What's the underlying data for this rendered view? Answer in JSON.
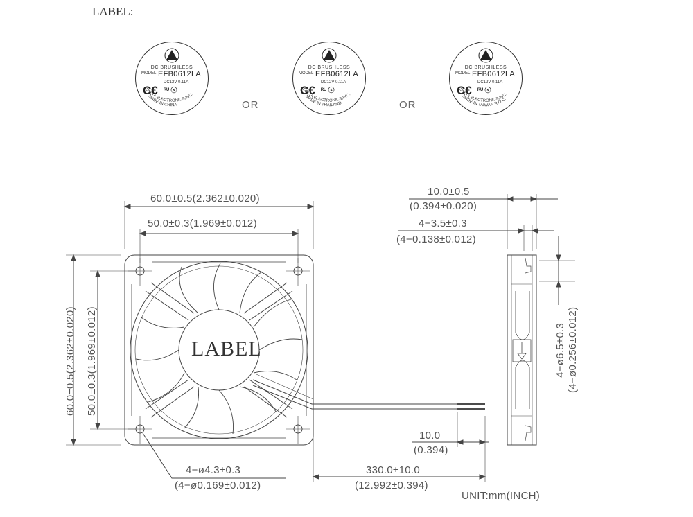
{
  "header": {
    "label_title": "LABEL:"
  },
  "labels": [
    {
      "line1": "DC  BRUSHLESS",
      "model_prefix": "MODEL",
      "model": "EFB0612LA",
      "rating": "DC12V   0.11A",
      "maker": "DELTA  ELECTRONICS,INC.",
      "origin": "MADE  IN  CHINA"
    },
    {
      "line1": "DC  BRUSHLESS",
      "model_prefix": "MODEL",
      "model": "EFB0612LA",
      "rating": "DC12V   0.11A",
      "maker": "DELTA  ELECTRONICS,INC.",
      "origin": "MADE  IN  THAILAND"
    },
    {
      "line1": "DC  BRUSHLESS",
      "model_prefix": "MODEL",
      "model": "EFB0612LA",
      "rating": "DC12V   0.11A",
      "maker": "DELTA  ELECTRONICS,INC.",
      "origin": "MADE  IN  TAIWAN  R.O.C."
    }
  ],
  "separators": {
    "or1": "OR",
    "or2": "OR"
  },
  "fan": {
    "center_label": "LABEL"
  },
  "dimensions": {
    "overall_width": "60.0±0.5(2.362±0.020)",
    "hole_spacing_width": "50.0±0.3(1.969±0.012)",
    "overall_height": "60.0±0.5(2.362±0.020)",
    "hole_spacing_height": "50.0±0.3(1.969±0.012)",
    "hole_dia_mm": "4−ø4.3±0.3",
    "hole_dia_in": "(4−ø0.169±0.012)",
    "lead_length_mm": "330.0±10.0",
    "lead_length_in": "(12.992±0.394)",
    "strip_mm": "10.0",
    "strip_in": "(0.394)",
    "thickness_mm": "10.0±0.5",
    "thickness_in": "(0.394±0.020)",
    "flange_mm": "4−3.5±0.3",
    "flange_in": "(4−0.138±0.012)",
    "side_hole_mm": "4−ø6.5±0.3",
    "side_hole_in": "(4−ø0.256±0.012)"
  },
  "unit_note": "UNIT:mm(INCH)"
}
